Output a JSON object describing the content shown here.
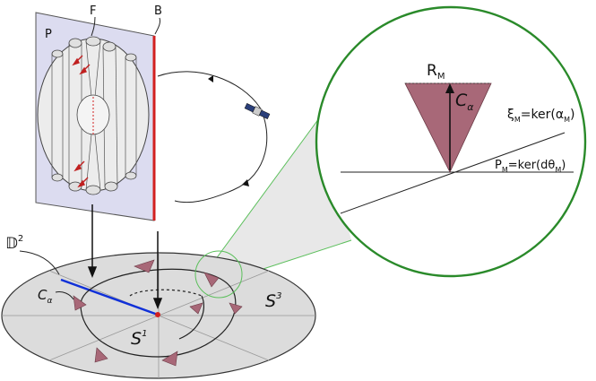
{
  "labels": {
    "plane_P": "P",
    "fibers_F": "F",
    "binding_B": "B",
    "disk_D2": "𝔻",
    "disk_D2_sup": "2",
    "cone_left": "C",
    "cone_left_sub": "α",
    "circle_S1": "S",
    "circle_S1_sup": "1",
    "sphere_S3": "S",
    "sphere_S3_sup": "3",
    "reeb_R": "R",
    "reeb_R_sub": "M",
    "cone_zoom": "C",
    "cone_zoom_sub": "α",
    "xi_eq": "ξ",
    "xi_sub": "M",
    "xi_rhs": "=ker(α",
    "xi_rhs_sub": "M",
    "xi_close": ")",
    "p_eq": "P",
    "p_sub": "M",
    "p_rhs": "=ker(dθ",
    "p_rhs_sub": "M",
    "p_close": ")"
  },
  "colors": {
    "plane_fill": "#dcdcf0",
    "binding_red": "#d22020",
    "disk_fill": "#dcdcdc",
    "cone_fill": "#a86878",
    "segment_blue": "#1030d8",
    "zoom_circle": "#2a8a2a",
    "zoom_beam": "#e6e6e6"
  },
  "icons": {
    "satellite": "satellite-icon"
  }
}
